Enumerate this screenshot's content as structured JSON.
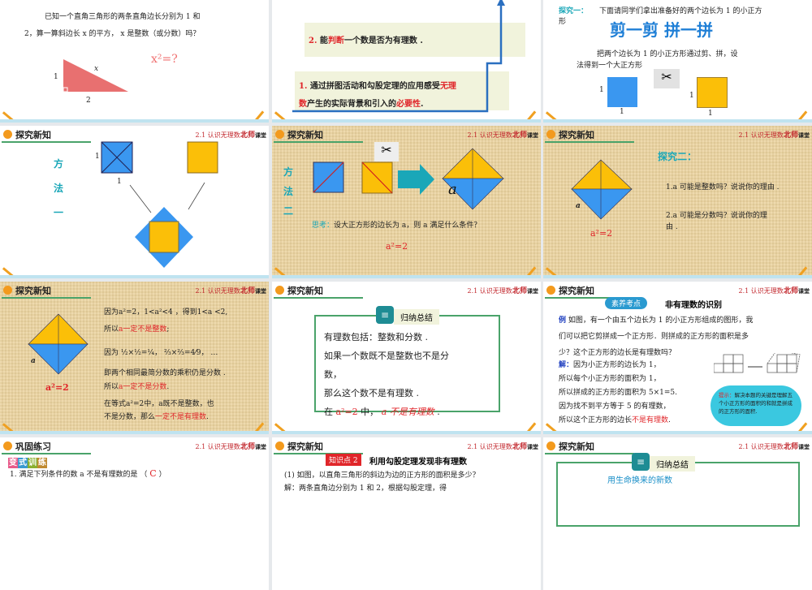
{
  "common": {
    "header_course": "2.1  认识无理数 /",
    "logo": "北师",
    "logo_suffix": "课堂"
  },
  "colors": {
    "blue": "#3a97f0",
    "yellow": "#fbbf08",
    "red": "#e0262a",
    "cyan": "#1aa7b8",
    "pink": "#e87070"
  },
  "s1": {
    "line1": "已知一个直角三角形的两条直角边长分别为 1 和",
    "line2": "2，算一算斜边长 x 的平方， x 是整数（或分数）吗？",
    "leg_a": "1",
    "hyp": "x",
    "leg_b": "2",
    "question": "x²=?"
  },
  "s2": {
    "goal2_num": "2.",
    "goal2_pre": " 能",
    "goal2_red": "判断",
    "goal2_post": "一个数是否为有理数 .",
    "goal1_num": "1.",
    "goal1_a": " 通过拼图活动和勾股定理的应用感受",
    "goal1_red1": "无理",
    "goal1_red1b": "数",
    "goal1_b": "产生的实际背景和引入的",
    "goal1_red2": "必要性",
    "goal1_end": "."
  },
  "s3": {
    "label": "探究一：",
    "line1": "下面请同学们拿出准备好的两个边长为 1 的小正方",
    "line1b": "形",
    "big": "剪一剪 拼一拼",
    "p1": "把两个边长为 1 的小正方形通过剪、拼，设",
    "p2": "法得到一个大正方形",
    "one": "1"
  },
  "s4": {
    "title": "探究新知",
    "method": [
      "方",
      "法",
      "一"
    ],
    "one": "1"
  },
  "s5": {
    "title": "探究新知",
    "method": [
      "方",
      "法",
      "二"
    ],
    "a": "a",
    "think_label": "思考：",
    "think": "设大正方形的边长为 a，则 a 满足什么条件？",
    "eq": "a²=2"
  },
  "s6": {
    "title": "探究新知",
    "label": "探究二：",
    "q1": "1.a 可能是整数吗？说说你的理由 .",
    "q2a": "2.a 可能是分数吗？说说你的理",
    "q2b": "由 .",
    "a": "a",
    "eq": "a²=2"
  },
  "s7": {
    "title": "探究新知",
    "a": "a",
    "eq": "a²=2",
    "l1": "因为a²=2，1<a²<4 ，得到1<a <2,",
    "l2a": "所以",
    "l2r": "a一定不是整数",
    "l2e": ";",
    "l3": "因为 ½×½=¼， ⅔×⅔=4⁄9， …",
    "l4": "即两个相同最简分数的乘积仍是分数 .",
    "l5a": "所以",
    "l5r": "a一定不是分数",
    "l5e": ".",
    "l6": "在等式a²=2中，a既不是整数，也",
    "l7a": "不是分数，那么",
    "l7r": "一定不是有理数",
    "l7e": "."
  },
  "s8": {
    "title": "探究新知",
    "badge": "归纳总结",
    "l1": "有理数包括：整数和分数 .",
    "l2": "如果一个数既不是整数也不是分",
    "l3": "数，",
    "l4": "那么这个数不是有理数 .",
    "l5a": "在 ",
    "l5r1": "a²=2",
    "l5b": " 中， ",
    "l5r2": "a 不是有理数",
    "l5e": " ."
  },
  "s9": {
    "title": "探究新知",
    "pill": "素养考点",
    "heading": "非有理数的识别",
    "ex": "例",
    "l1": " 如图，有一个由五个边长为 1 的小正方形组成的图形，我",
    "l2": "们可以把它剪拼成一个正方形．则拼成的正方形的面积是多",
    "l3": "少？这个正方形的边长是有理数吗？",
    "sol": "解：",
    "l4": "因为小正方形的边长为 1，",
    "l5": "所以每个小正方形的面积为 1，",
    "l6": "所以拼成的正方形的面积为   5×1=5.",
    "l7": "因为找不到平方等于 5 的有理数，",
    "l8a": "所以这个正方形的边长",
    "l8r": "不是有理数",
    "l8e": ".",
    "hint_label": "提示：",
    "hint": "解决本题的关键是理解五个小正方形的面积的和就是拼成的正方形的面积."
  },
  "s10": {
    "title": "巩固练习",
    "badge": [
      "变",
      "式",
      "训",
      "练"
    ],
    "q": "1. 满足下列条件的数 a 不是有理数的是  （",
    "ans": "C",
    "q_end": "）"
  },
  "s11": {
    "title": "探究新知",
    "kp": "知识点  2",
    "kp_title": "利用勾股定理发现非有理数",
    "q": "(1) 如图，以直角三角形的斜边为边的正方形的面积是多少？",
    "sol": "解：两条直角边分别为 1 和 2，根据勾股定理，得"
  },
  "s12": {
    "title": "探究新知",
    "badge": "归纳总结",
    "sub": "用生命换来的新数"
  }
}
